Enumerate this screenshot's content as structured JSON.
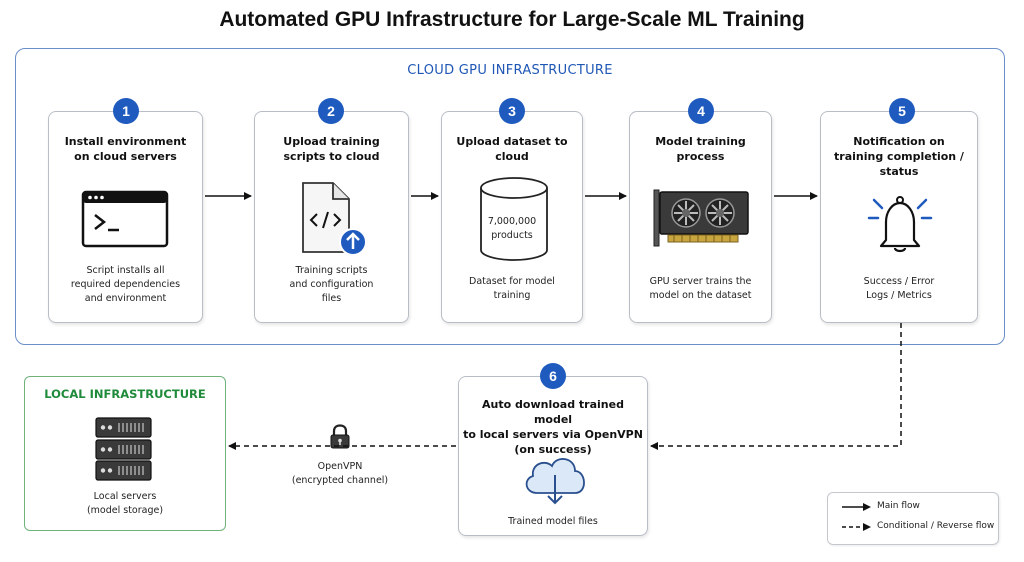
{
  "title": "Automated GPU Infrastructure for Large-Scale ML Training",
  "cloud": {
    "title": "CLOUD GPU INFRASTRUCTURE",
    "steps": [
      {
        "num": "1",
        "title": "Install environment\non cloud servers",
        "desc": "Script installs all\nrequired dependencies\nand environment",
        "icon": "terminal-icon"
      },
      {
        "num": "2",
        "title": "Upload training\nscripts to cloud",
        "desc": "Training scripts\nand configuration\nfiles",
        "icon": "code-file-upload-icon"
      },
      {
        "num": "3",
        "title": "Upload dataset to\ncloud",
        "desc": "Dataset for model\ntraining",
        "icon": "database-icon",
        "db_label": "7,000,000\nproducts"
      },
      {
        "num": "4",
        "title": "Model training\nprocess",
        "desc": "GPU server trains the\nmodel on the dataset",
        "icon": "gpu-card-icon"
      },
      {
        "num": "5",
        "title": "Notification on\ntraining completion /\nstatus",
        "desc": "Success / Error\nLogs / Metrics",
        "icon": "bell-icon"
      }
    ]
  },
  "download": {
    "num": "6",
    "title": "Auto download trained model\nto local servers via OpenVPN\n(on success)",
    "desc": "Trained model files",
    "icon": "cloud-download-icon"
  },
  "local": {
    "title": "LOCAL INFRASTRUCTURE",
    "desc": "Local servers\n(model storage)",
    "icon": "server-rack-icon"
  },
  "vpn": {
    "label": "OpenVPN\n(encrypted channel)",
    "icon": "lock-icon"
  },
  "legend": {
    "main": "Main flow",
    "conditional": "Conditional / Reverse flow"
  },
  "colors": {
    "accent_blue": "#1f5bbf",
    "cloud_border": "#6a8fc9",
    "local_green": "#1f8a3a",
    "icon_blue": "#dbe8f7"
  }
}
